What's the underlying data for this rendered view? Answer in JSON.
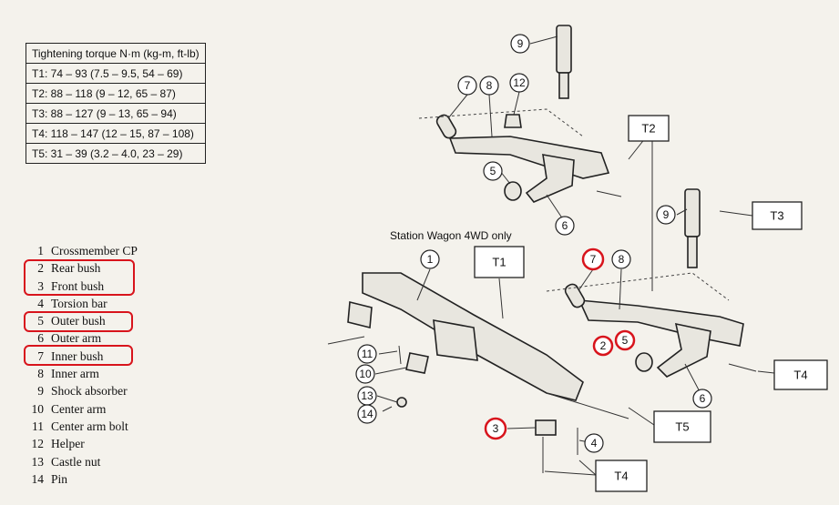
{
  "torque_table": {
    "header": "Tightening torque N·m (kg-m, ft-lb)",
    "rows": [
      "T1:  74 – 93 (7.5 – 9.5, 54 – 69)",
      "T2:  88 – 118 (9 – 12, 65 – 87)",
      "T3:  88 – 127 (9 – 13, 65 – 94)",
      "T4:  118 – 147 (12 – 15, 87 – 108)",
      "T5:  31 – 39 (3.2 – 4.0, 23 – 29)"
    ]
  },
  "legend": [
    {
      "num": "1",
      "label": "Crossmember CP",
      "highlight": false
    },
    {
      "num": "2",
      "label": "Rear bush",
      "highlight": true
    },
    {
      "num": "3",
      "label": "Front bush",
      "highlight": true
    },
    {
      "num": "4",
      "label": "Torsion bar",
      "highlight": false
    },
    {
      "num": "5",
      "label": "Outer bush",
      "highlight": true
    },
    {
      "num": "6",
      "label": "Outer arm",
      "highlight": false
    },
    {
      "num": "7",
      "label": "Inner bush",
      "highlight": true
    },
    {
      "num": "8",
      "label": "Inner arm",
      "highlight": false
    },
    {
      "num": "9",
      "label": "Shock absorber",
      "highlight": false
    },
    {
      "num": "10",
      "label": "Center arm",
      "highlight": false
    },
    {
      "num": "11",
      "label": "Center arm bolt",
      "highlight": false
    },
    {
      "num": "12",
      "label": "Helper",
      "highlight": false
    },
    {
      "num": "13",
      "label": "Castle nut",
      "highlight": false
    },
    {
      "num": "14",
      "label": "Pin",
      "highlight": false
    }
  ],
  "caption": "Station Wagon 4WD only",
  "callouts": [
    "1",
    "2",
    "3",
    "4",
    "5",
    "6",
    "7",
    "8",
    "9",
    "10",
    "11",
    "12",
    "13",
    "14"
  ],
  "torque_labels": [
    "T1",
    "T2",
    "T3",
    "T4",
    "T5"
  ],
  "colors": {
    "highlight": "#d8141c",
    "paper": "#f4f2ec",
    "ink": "#111111"
  }
}
